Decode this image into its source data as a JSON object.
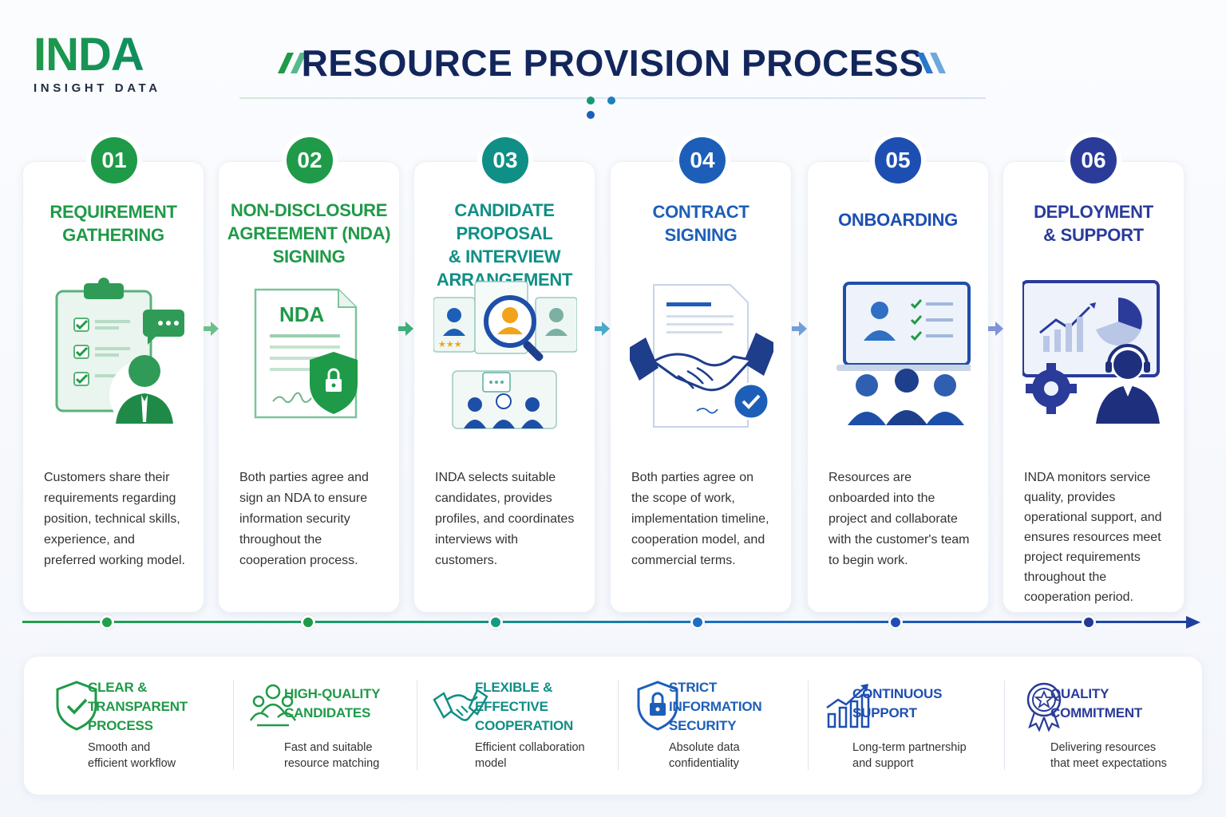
{
  "logo": {
    "mark": "INDA",
    "sub": "INSIGHT DATA"
  },
  "title": "RESOURCE PROVISION PROCESS",
  "colors": {
    "green": "#1f9a48",
    "teal": "#0f8f86",
    "blue": "#1d5fb8",
    "navy": "#2a3b9a",
    "dark": "#13265c"
  },
  "steps": [
    {
      "num": "01",
      "title_lines": [
        "REQUIREMENT",
        "GATHERING"
      ],
      "icon": "clipboard-user-icon",
      "desc": [
        "Customers share their",
        "requirements regarding",
        "position, technical skills,",
        "experience, and",
        "preferred working model."
      ]
    },
    {
      "num": "02",
      "title_lines": [
        "NON-DISCLOSURE",
        "AGREEMENT (NDA)",
        "SIGNING"
      ],
      "icon": "nda-document-icon",
      "icon_text": "NDA",
      "desc": [
        "Both parties agree and",
        "sign an NDA to ensure",
        "information security",
        "throughout the",
        "cooperation process."
      ]
    },
    {
      "num": "03",
      "title_lines": [
        "CANDIDATE PROPOSAL",
        "& INTERVIEW",
        "ARRANGEMENT"
      ],
      "icon": "candidate-search-icon",
      "desc": [
        "INDA selects suitable",
        "candidates, provides",
        "profiles, and coordinates",
        "interviews with",
        "customers."
      ]
    },
    {
      "num": "04",
      "title_lines": [
        "CONTRACT",
        "SIGNING"
      ],
      "icon": "handshake-contract-icon",
      "desc": [
        "Both parties agree on",
        "the scope of work,",
        "implementation timeline,",
        "cooperation model, and",
        "commercial terms."
      ]
    },
    {
      "num": "05",
      "title_lines": [
        "ONBOARDING"
      ],
      "icon": "onboarding-team-icon",
      "desc": [
        "Resources are",
        "onboarded into the",
        "project and collaborate",
        "with the customer's team",
        "to begin work."
      ]
    },
    {
      "num": "06",
      "title_lines": [
        "DEPLOYMENT",
        "& SUPPORT"
      ],
      "icon": "deployment-support-icon",
      "desc": [
        "INDA monitors service",
        "quality, provides",
        "operational support, and",
        "ensures resources meet",
        "project requirements",
        "throughout the",
        "cooperation period."
      ]
    }
  ],
  "benefits": [
    {
      "icon": "shield-check-icon",
      "title_lines": [
        "CLEAR &",
        "TRANSPARENT",
        "PROCESS"
      ],
      "desc": [
        "Smooth and",
        "efficient workflow"
      ]
    },
    {
      "icon": "people-group-icon",
      "title_lines": [
        "HIGH-QUALITY",
        "CANDIDATES"
      ],
      "desc": [
        "Fast and suitable",
        "resource matching"
      ]
    },
    {
      "icon": "handshake-icon",
      "title_lines": [
        "FLEXIBLE &",
        "EFFECTIVE",
        "COOPERATION"
      ],
      "desc": [
        "Efficient collaboration",
        "model"
      ]
    },
    {
      "icon": "shield-lock-icon",
      "title_lines": [
        "STRICT",
        "INFORMATION",
        "SECURITY"
      ],
      "desc": [
        "Absolute data",
        "confidentiality"
      ]
    },
    {
      "icon": "growth-chart-icon",
      "title_lines": [
        "CONTINUOUS",
        "SUPPORT"
      ],
      "desc": [
        "Long-term partnership",
        "and support"
      ]
    },
    {
      "icon": "quality-badge-icon",
      "title_lines": [
        "QUALITY",
        "COMMITMENT"
      ],
      "desc": [
        "Delivering resources",
        "that meet expectations"
      ]
    }
  ]
}
